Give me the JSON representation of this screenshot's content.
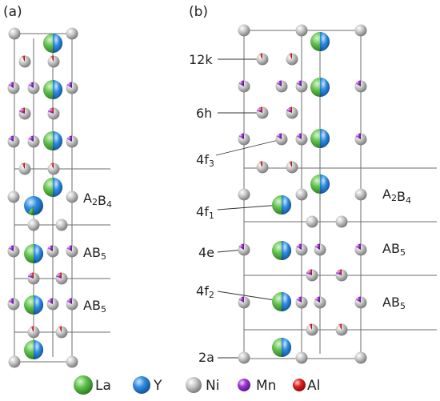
{
  "panels": {
    "a": {
      "label": "(a)"
    },
    "b": {
      "label": "(b)"
    }
  },
  "blocks": {
    "a": [
      "A2B4",
      "AB5",
      "AB5"
    ],
    "b": [
      "A2B4",
      "AB5",
      "AB5"
    ]
  },
  "sites": [
    "12k",
    "6h",
    "4f3",
    "4f1",
    "4e",
    "4f2",
    "2a"
  ],
  "legend": [
    {
      "label": "La",
      "color": "#59b548"
    },
    {
      "label": "Y",
      "color": "#2a86d8"
    },
    {
      "label": "Ni",
      "color": "#b4b4b4"
    },
    {
      "label": "Mn",
      "color": "#9b2fd0"
    },
    {
      "label": "Al",
      "color": "#e21b1b"
    }
  ],
  "colors": {
    "la": "#59b548",
    "y": "#2a86d8",
    "ni": "#b4b4b4",
    "mn": "#9b2fd0",
    "al": "#e21b1b",
    "cell_line": "#6d6d6d"
  }
}
